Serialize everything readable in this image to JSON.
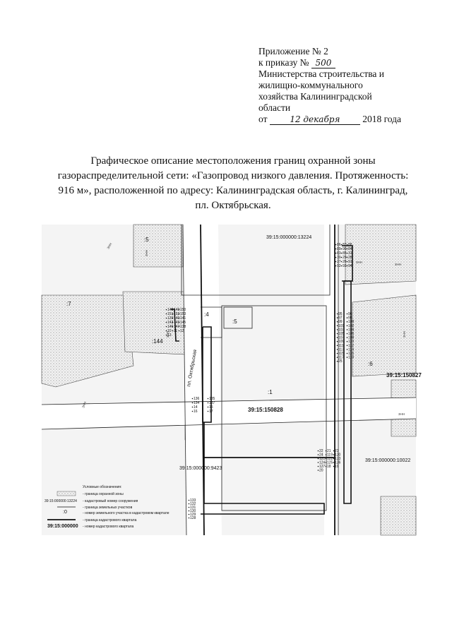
{
  "header": {
    "line1": "Приложение № 2",
    "line2_prefix": "к приказу №",
    "order_number": "500",
    "line3": "Министерства строительства и",
    "line4": "жилищно-коммунального",
    "line5": "хозяйства Калининградской",
    "line6": "области",
    "date_prefix": "от",
    "date_handwritten": "12 декабря",
    "date_suffix": "2018 года"
  },
  "title": {
    "line1": "Графическое описание местоположения границ охранной зоны",
    "line2": "газораспределительной сети: «Газопровод низкого давления. Протяженность:",
    "line3": "916 м», расположенной по адресу: Калининградская область, г. Калининград,",
    "line4": "пл. Октябрьская."
  },
  "map": {
    "cadastral_labels": {
      "block_13224": "39:15:000000:13224",
      "block_9423": "39:15:000000:9423",
      "block_10022": "39:15:000000:10022",
      "parcel_150828": "39:15:150828",
      "parcel_150827": "39:15:150827"
    },
    "parcel_labels": {
      "p1": ":1",
      "p4": ":4",
      "p5a": ":5",
      "p5b": ":5",
      "p6": ":6",
      "p7": ":7",
      "p144": ":144"
    },
    "street_label": "пл. Октябрьская",
    "building_labels": [
      "3НН",
      "3НН",
      "3НН",
      "3НН",
      "3НН",
      "3НН",
      "3НН",
      "3НН"
    ],
    "points": {
      "left_top": [
        "148",
        "149",
        "150",
        "151",
        "152",
        "153",
        "139",
        "140",
        "141",
        "142",
        "143",
        "145",
        "146",
        "147",
        "138",
        "10",
        "11",
        "12",
        "13"
      ],
      "left_mid": [
        "136",
        "135",
        "134",
        "137",
        "14",
        "15",
        "16",
        "17"
      ],
      "left_bottom": [
        "133",
        "132",
        "131",
        "130",
        "129",
        "128"
      ],
      "right_top": [
        "86",
        "87",
        "88",
        "89",
        "90",
        "84",
        "83",
        "85",
        "31",
        "30",
        "29",
        "28",
        "27",
        "26",
        "91",
        "92",
        "93",
        "94"
      ],
      "right_mid": [
        "95",
        "96",
        "97",
        "98",
        "99",
        "100",
        "101",
        "102",
        "103",
        "104",
        "105",
        "106",
        "107",
        "108",
        "109",
        "110",
        "111",
        "112",
        "113",
        "114",
        "115",
        "116",
        "117",
        "118",
        "25"
      ],
      "right_bottom": [
        "22",
        "21",
        "23",
        "24",
        "119",
        "120",
        "121",
        "122",
        "123",
        "124",
        "125",
        "126",
        "127",
        "18",
        "19",
        "20"
      ]
    },
    "legend": {
      "title": "Условные обозначения:",
      "items": [
        {
          "key": "",
          "text": "- граница охранной зоны"
        },
        {
          "key": "39:15:000000:13224",
          "text": "- кадастровый номер сооружения"
        },
        {
          "key": "",
          "text": "- граница земельных участков"
        },
        {
          "key": ":0",
          "text": "- номер земельного участка в кадастровом квартале"
        },
        {
          "key": "",
          "text": "- граница кадастрового квартала"
        },
        {
          "key": "39:15:000000",
          "text": "- номер кадастрового квартала"
        }
      ]
    }
  }
}
